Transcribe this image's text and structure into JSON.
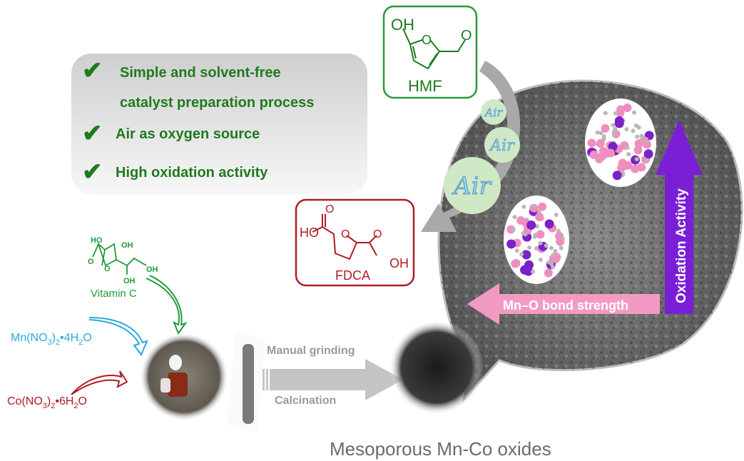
{
  "benefits": [
    {
      "line1": "Simple and solvent-free",
      "line2": "catalyst preparation process"
    },
    {
      "line1": "Air as oxygen source"
    },
    {
      "line1": "High oxidation activity"
    }
  ],
  "check_icon": "checkmark-icon",
  "hmf": {
    "label": "HMF",
    "oh": "OH",
    "o_ring": "O",
    "o_ald": "O"
  },
  "fdca": {
    "label": "FDCA",
    "ho": "HO",
    "oh": "OH",
    "o1": "O",
    "o2": "O",
    "o_ring": "O"
  },
  "air_labels": [
    "Air",
    "Air",
    "Air"
  ],
  "oxidation_label": "Oxidation Activity",
  "bond_label": "Mn–O bond strength",
  "vitamin_c": {
    "label": "Vitamin C",
    "ho": "HO",
    "oh1": "OH",
    "oh2": "OH",
    "oh3": "OH",
    "o_keto": "O",
    "o_ring": "O"
  },
  "mn_precursor": {
    "base": "Mn(NO",
    "sub1": "3",
    "mid": ")",
    "sub2": "2",
    "tail": "•4H",
    "sub3": "2",
    "end": "O"
  },
  "co_precursor": {
    "base": "Co(NO",
    "sub1": "3",
    "mid": ")",
    "sub2": "2",
    "tail": "•6H",
    "sub3": "2",
    "end": "O"
  },
  "step_top": "Manual grinding",
  "step_bottom": "Calcination",
  "product_label": "Mesoporous Mn-Co oxides",
  "colors": {
    "green": "#1f7a1f",
    "red": "#b01c24",
    "blue": "#29a8e0",
    "purple": "#7a1fd6",
    "pink": "#f29ac4",
    "gray_arrow": "#b5b5b5"
  }
}
